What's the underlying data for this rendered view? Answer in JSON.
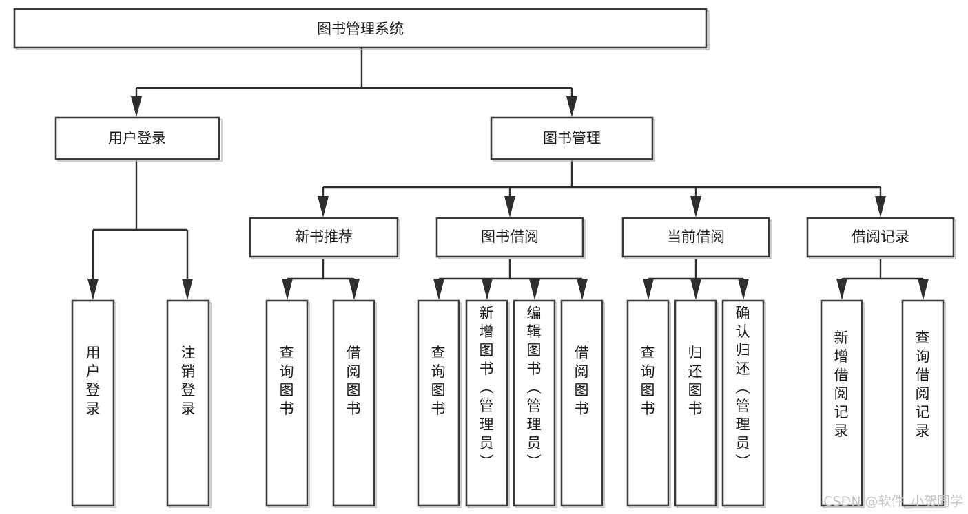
{
  "diagram": {
    "title": "图书管理系统",
    "type": "tree-hierarchy-chart",
    "colors": {
      "background": "#ffffff",
      "box_stroke": "#3a3a3a",
      "box_fill": "#ffffff",
      "connector": "#2e2e2e",
      "text": "#1c1c1c",
      "watermark": "#c6c6c6"
    },
    "root": {
      "label": "图书管理系统"
    },
    "level2": [
      {
        "label": "用户登录"
      },
      {
        "label": "图书管理"
      }
    ],
    "level3": [
      {
        "label": "新书推荐"
      },
      {
        "label": "图书借阅"
      },
      {
        "label": "当前借阅"
      },
      {
        "label": "借阅记录"
      }
    ],
    "leaves": [
      {
        "label": "用户登录",
        "parent": "用户登录"
      },
      {
        "label": "注销登录",
        "parent": "用户登录"
      },
      {
        "label": "查询图书",
        "parent": "新书推荐"
      },
      {
        "label": "借阅图书",
        "parent": "新书推荐"
      },
      {
        "label": "查询图书",
        "parent": "图书借阅"
      },
      {
        "label": "新增图书（管理员）",
        "parent": "图书借阅"
      },
      {
        "label": "编辑图书（管理员）",
        "parent": "图书借阅"
      },
      {
        "label": "借阅图书",
        "parent": "图书借阅"
      },
      {
        "label": "查询图书",
        "parent": "当前借阅"
      },
      {
        "label": "归还图书",
        "parent": "当前借阅"
      },
      {
        "label": "确认归还（管理员）",
        "parent": "当前借阅"
      },
      {
        "label": "新增借阅记录",
        "parent": "借阅记录"
      },
      {
        "label": "查询借阅记录",
        "parent": "借阅记录"
      }
    ],
    "watermark": "CSDN @软件_小贺同学"
  }
}
